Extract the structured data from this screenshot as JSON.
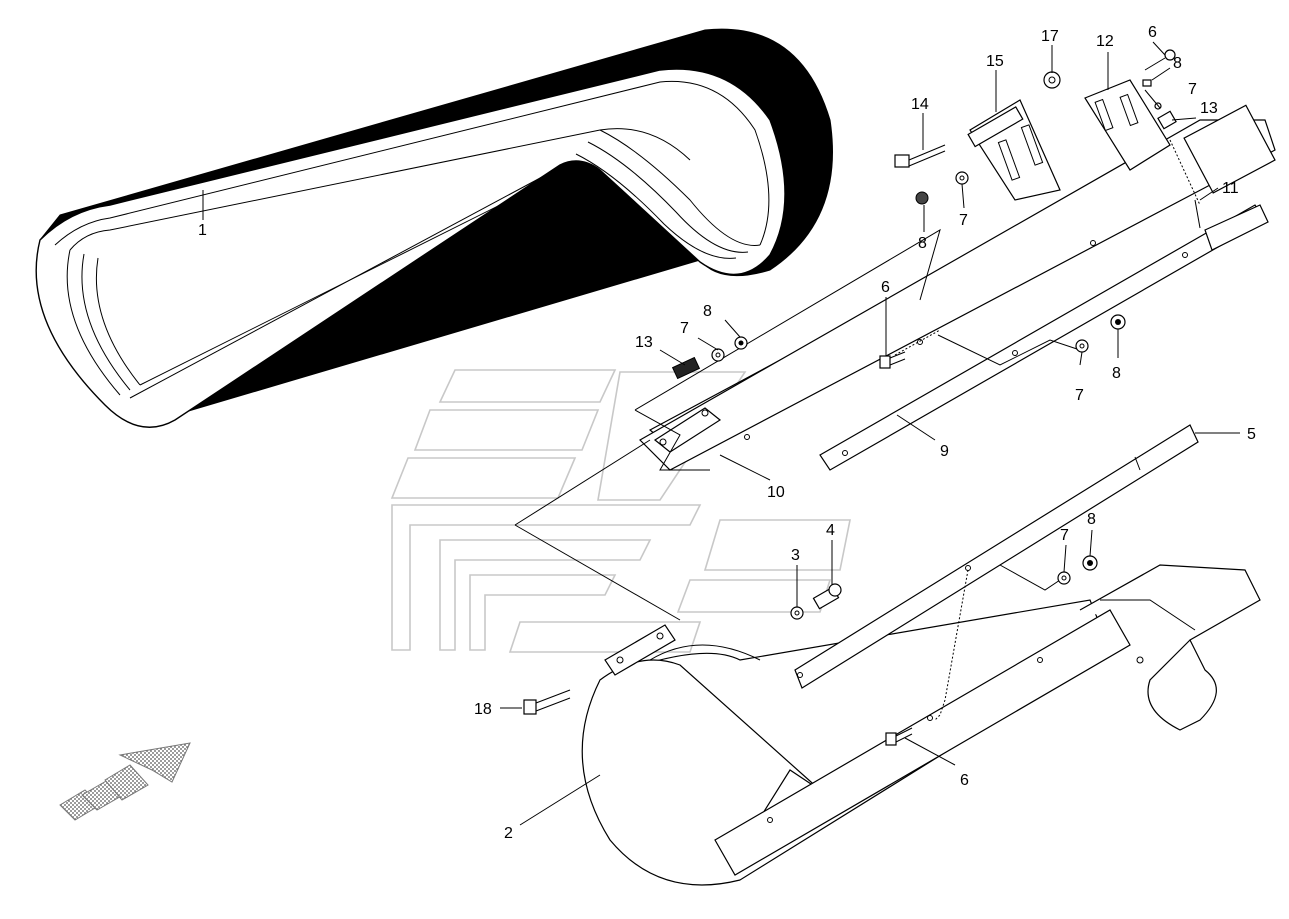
{
  "diagram": {
    "callouts": [
      {
        "id": "c1",
        "text": "1"
      },
      {
        "id": "c2",
        "text": "2"
      },
      {
        "id": "c3",
        "text": "3"
      },
      {
        "id": "c4",
        "text": "4"
      },
      {
        "id": "c5",
        "text": "5"
      },
      {
        "id": "c6a",
        "text": "6"
      },
      {
        "id": "c6b",
        "text": "6"
      },
      {
        "id": "c6c",
        "text": "6"
      },
      {
        "id": "c7a",
        "text": "7"
      },
      {
        "id": "c7b",
        "text": "7"
      },
      {
        "id": "c7c",
        "text": "7"
      },
      {
        "id": "c7d",
        "text": "7"
      },
      {
        "id": "c7e",
        "text": "7"
      },
      {
        "id": "c8a",
        "text": "8"
      },
      {
        "id": "c8b",
        "text": "8"
      },
      {
        "id": "c8c",
        "text": "8"
      },
      {
        "id": "c8d",
        "text": "8"
      },
      {
        "id": "c8e",
        "text": "8"
      },
      {
        "id": "c9",
        "text": "9"
      },
      {
        "id": "c10",
        "text": "10"
      },
      {
        "id": "c11",
        "text": "11"
      },
      {
        "id": "c12",
        "text": "12"
      },
      {
        "id": "c13a",
        "text": "13"
      },
      {
        "id": "c13b",
        "text": "13"
      },
      {
        "id": "c14",
        "text": "14"
      },
      {
        "id": "c15",
        "text": "15"
      },
      {
        "id": "c17",
        "text": "17"
      },
      {
        "id": "c18",
        "text": "18"
      }
    ]
  }
}
